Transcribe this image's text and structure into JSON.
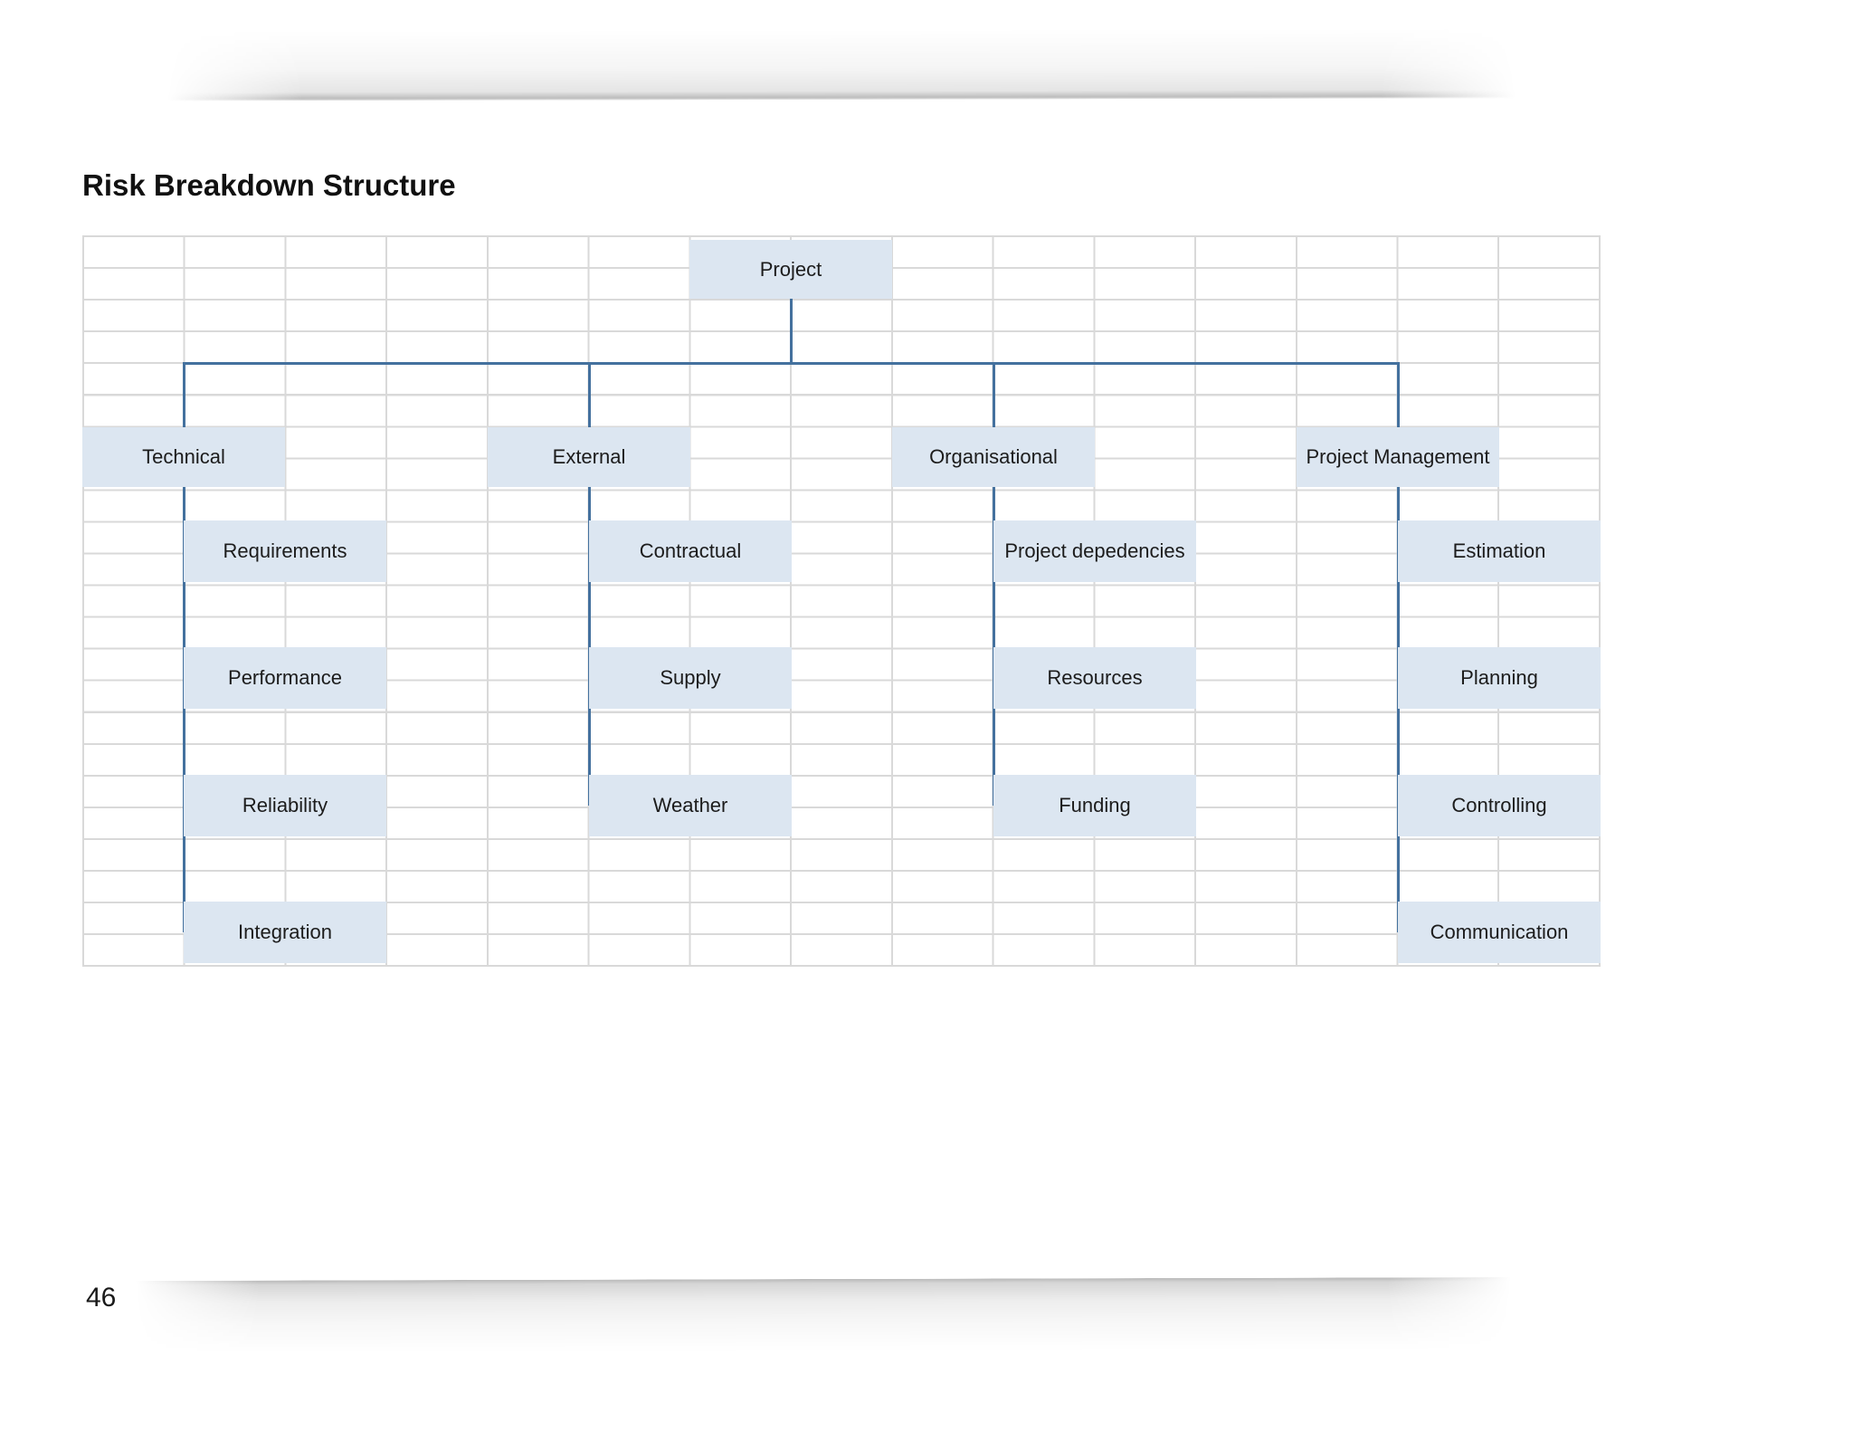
{
  "page": {
    "title": "Risk Breakdown Structure",
    "page_number": "46"
  },
  "colors": {
    "box_fill": "#dce6f1",
    "connector": "#44719e",
    "grid_line": "#d9d9d9"
  },
  "tree": {
    "root": {
      "label": "Project"
    },
    "branches": [
      {
        "label": "Technical",
        "children": [
          "Requirements",
          "Performance",
          "Reliability",
          "Integration"
        ]
      },
      {
        "label": "External",
        "children": [
          "Contractual",
          "Supply",
          "Weather"
        ]
      },
      {
        "label": "Organisational",
        "children": [
          "Project depedencies",
          "Resources",
          "Funding"
        ]
      },
      {
        "label": "Project Management",
        "children": [
          "Estimation",
          "Planning",
          "Controlling",
          "Communication"
        ]
      }
    ]
  }
}
